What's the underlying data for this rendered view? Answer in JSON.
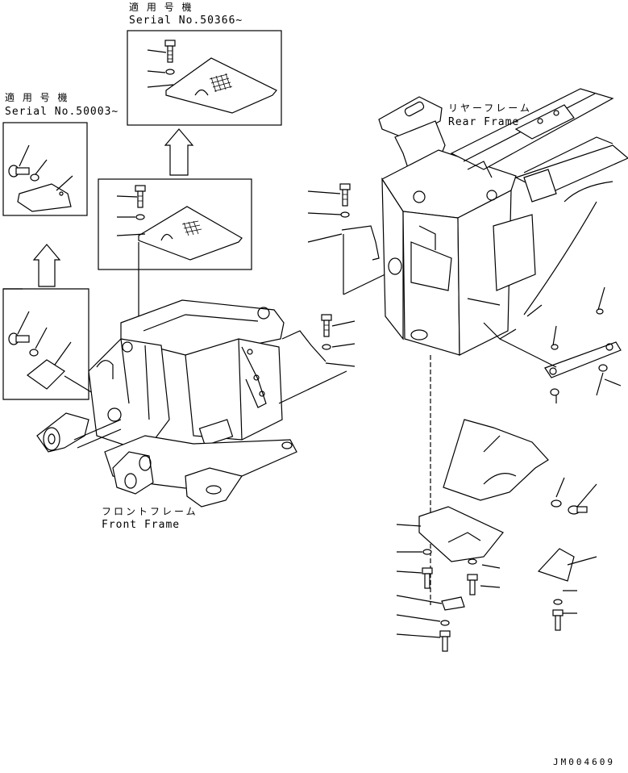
{
  "upper_right_box": {
    "jp_label": "適 用 号 機",
    "serial": "Serial No.50366~"
  },
  "upper_left_box": {
    "jp_label": "適 用 号 機",
    "serial": "Serial No.50003~"
  },
  "rear_frame": {
    "jp_label": "リヤーフレーム",
    "en_label": "Rear Frame"
  },
  "front_frame": {
    "jp_label": "フロントフレーム",
    "en_label": "Front Frame"
  },
  "drawing_code": "JM004609"
}
